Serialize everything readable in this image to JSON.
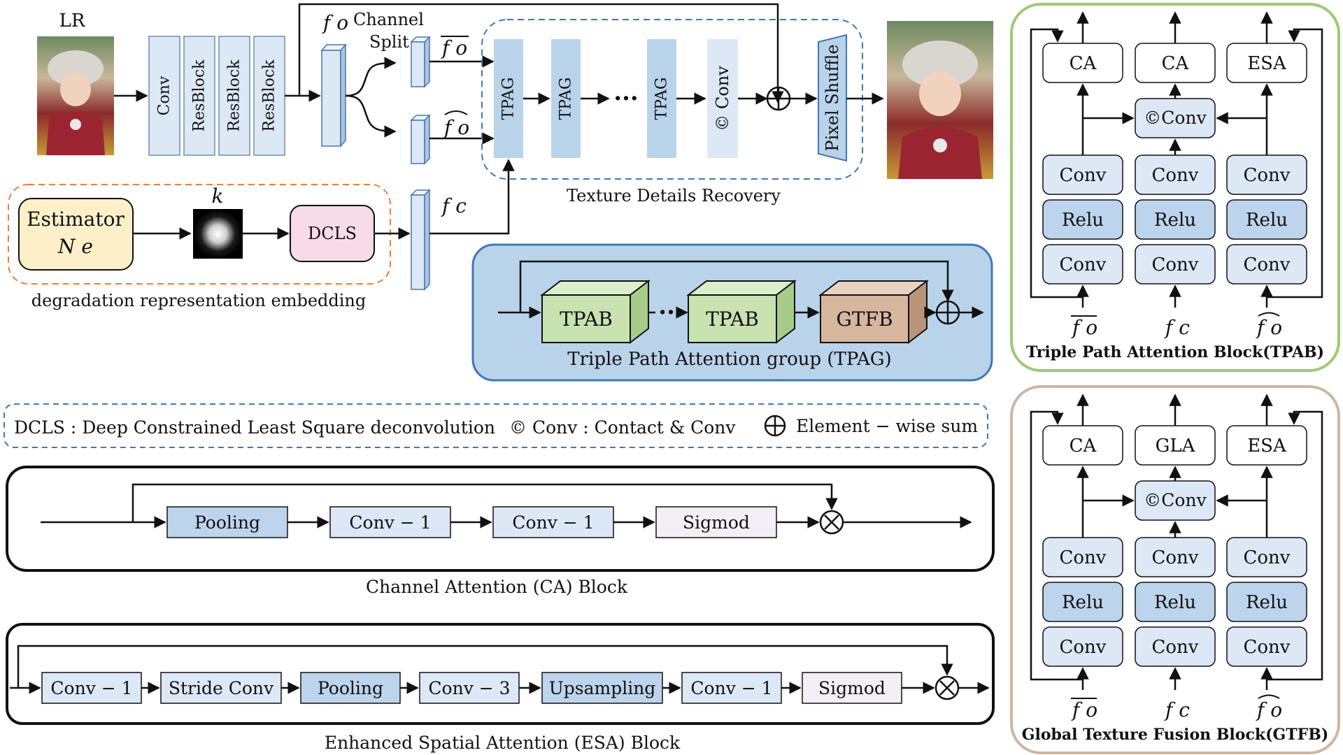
{
  "top": {
    "lr_label": "LR",
    "encoder_labels": [
      "Conv",
      "ResBlock",
      "ResBlock",
      "ResBlock"
    ],
    "fo_label": "f o",
    "channel_split_label": "Channel\nSplit",
    "fo_bar_label": "f o",
    "fo_hat_label": "f o",
    "tpag_labels": [
      "TPAG",
      "TPAG",
      "TPAG"
    ],
    "dots": "···",
    "cconv_label": "© Conv",
    "pixel_shuffle_label": "Pixel Shuffle",
    "tdr_caption": "Texture Details Recovery",
    "k_label": "k",
    "estimator_label": "Estimator",
    "ne_label": "N e",
    "dcls_label": "DCLS",
    "fc_label": "f c",
    "dre_caption": "degradation representation embedding"
  },
  "tpag_group": {
    "tpab_labels": [
      "TPAB",
      "TPAB"
    ],
    "dots": "···",
    "gtfb_label": "GTFB",
    "caption": "Triple Path Attention group (TPAG)"
  },
  "legend": {
    "dcls": "DCLS : Deep Constrained Least Square deconvolution",
    "cconv": "© Conv : Contact & Conv",
    "sum_symbol": "⊕",
    "sum": "Element − wise sum"
  },
  "ca_block": {
    "boxes": [
      "Pooling",
      "Conv − 1",
      "Conv − 1",
      "Sigmod"
    ],
    "mult_symbol": "×",
    "caption": "Channel Attention (CA) Block"
  },
  "esa_block": {
    "boxes": [
      "Conv − 1",
      "Stride Conv",
      "Pooling",
      "Conv − 3",
      "Upsampling",
      "Conv − 1",
      "Sigmod"
    ],
    "mult_symbol": "×",
    "caption": "Enhanced Spatial Attention (ESA) Block"
  },
  "tpab_block": {
    "heads": [
      "CA",
      "CA",
      "ESA"
    ],
    "cconv": "©Conv",
    "col_rows": [
      "Conv",
      "Relu",
      "Conv"
    ],
    "inputs": [
      "f o",
      "f c",
      "f o"
    ],
    "caption": "Triple Path Attention Block(TPAB)"
  },
  "gtfb_block": {
    "heads": [
      "CA",
      "GLA",
      "ESA"
    ],
    "cconv": "©Conv",
    "col_rows": [
      "Conv",
      "Relu",
      "Conv"
    ],
    "inputs": [
      "f o",
      "f c",
      "f o"
    ],
    "caption": "Global Texture Fusion Block(GTFB)"
  },
  "colors": {
    "light_blue": "#dce8f5",
    "mid_blue": "#bcd4ec",
    "estimator_fill": "#fdf0c8",
    "dcls_fill": "#f7dbe8",
    "tpab_fill": "#c8e2b0",
    "gtfb_fill": "#d6b79e",
    "tpag_panel": "#b9d3ea",
    "green_border": "#9ccc72",
    "tan_border": "#cdb7a2",
    "orange_dash": "#e8803a",
    "blue_dash": "#3f78b5"
  }
}
